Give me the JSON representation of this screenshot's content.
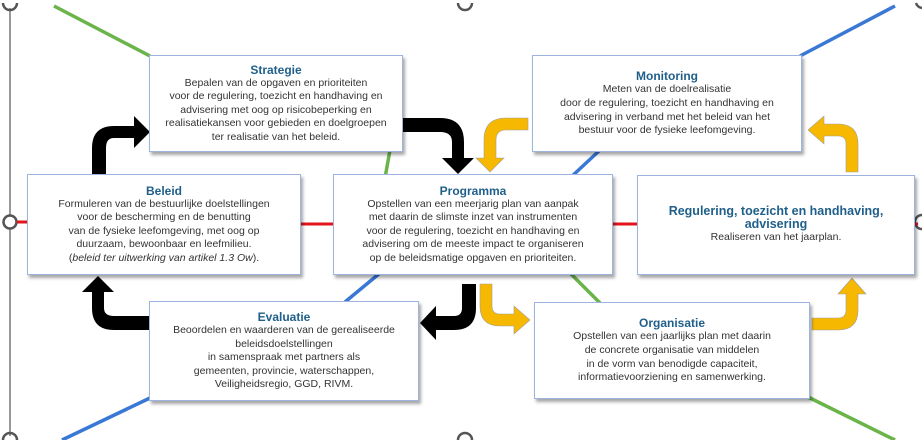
{
  "colors": {
    "title_text": "#1f5f8b",
    "body_text": "#333333",
    "box_border": "#9db4e0",
    "line_green": "#6ab44a",
    "line_blue": "#3a78d6",
    "line_red": "#e3141b",
    "arrow_black": "#000000",
    "arrow_yellow": "#f6b800",
    "handle_gray": "#555555"
  },
  "boxes": {
    "strategie": {
      "title": "Strategie",
      "body": "Bepalen van de opgaven en prioriteiten\nvoor de regulering, toezicht en handhaving en\nadvisering met oog op risicobeperking en\nrealisatiekansen voor gebieden en doelgroepen\nter realisatie van het beleid."
    },
    "monitoring": {
      "title": "Monitoring",
      "body": "Meten van de doelrealisatie\ndoor de regulering, toezicht en handhaving en\nadvisering in verband met het beleid van het\nbestuur voor de fysieke leefomgeving."
    },
    "beleid": {
      "title": "Beleid",
      "body": "Formuleren van de bestuurlijke doelstellingen\nvoor de bescherming en de benutting\nvan de fysieke leefomgeving, met oog op\nduurzaam, bewoonbaar en leefmilieu.",
      "note_open": "(",
      "note_italic": "beleid ter uitwerking van artikel 1.3 Ow",
      "note_close": ")."
    },
    "programma": {
      "title": "Programma",
      "body": "Opstellen van een meerjarig plan van aanpak\nmet daarin de slimste inzet van instrumenten\nvoor de regulering, toezicht en handhaving en\nadvisering om de meeste impact te organiseren\nop de beleidsmatige opgaven en prioriteiten."
    },
    "regulering": {
      "title": "Regulering, toezicht en handhaving,\nadvisering",
      "body": "Realiseren van het jaarplan."
    },
    "evaluatie": {
      "title": "Evaluatie",
      "body": "Beoordelen en waarderen van de gerealiseerde\nbeleidsdoelstellingen\nin samenspraak met partners als\ngemeenten, provincie, waterschappen,\nVeiligheidsregio, GGD, RIVM."
    },
    "organisatie": {
      "title": "Organisatie",
      "body": "Opstellen van een jaarlijks plan met daarin\nde concrete organisatie van middelen\nin de vorm van benodigde capaciteit,\ninformatievoorziening en samenwerking."
    }
  }
}
